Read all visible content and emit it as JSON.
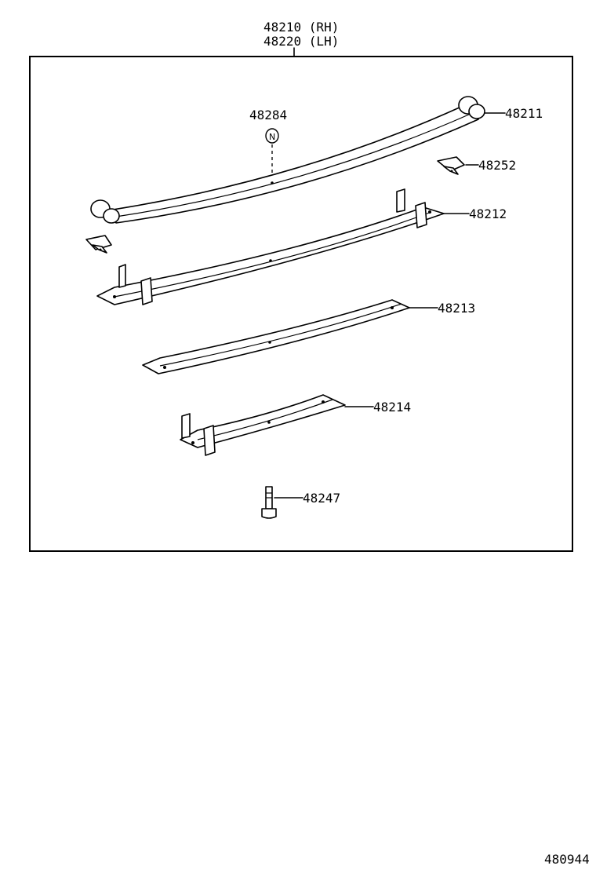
{
  "assembly": {
    "part_rh": "48210 (RH)",
    "part_lh": "48220 (LH)"
  },
  "callouts": {
    "center_bolt_nut": "48284",
    "nut_symbol": "N",
    "main_leaf": "48211",
    "clip_right": "48252",
    "leaf_2": "48212",
    "leaf_3": "48213",
    "leaf_4": "48214",
    "center_bolt": "48247"
  },
  "figure_id": "480944"
}
